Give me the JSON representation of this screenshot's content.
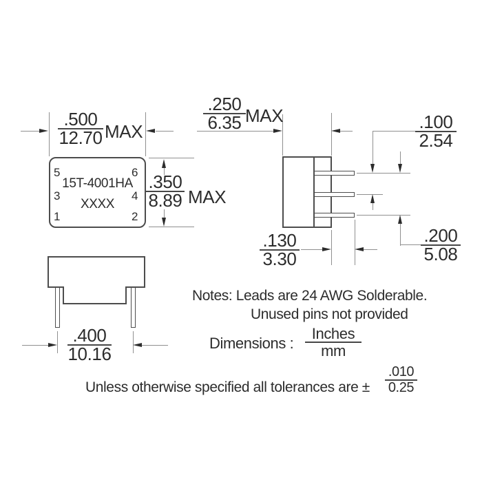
{
  "drawing": {
    "part_number": "15T-4001HA",
    "date_code": "XXXX",
    "pins": {
      "p1": "1",
      "p2": "2",
      "p3": "3",
      "p4": "4",
      "p5": "5",
      "p6": "6"
    },
    "max_label": "MAX"
  },
  "dimensions": {
    "body_width": {
      "inches": ".500",
      "mm": "12.70"
    },
    "body_height": {
      "inches": ".350",
      "mm": "8.89"
    },
    "body_depth": {
      "inches": ".250",
      "mm": "6.35"
    },
    "pin_pitch": {
      "inches": ".100",
      "mm": "2.54"
    },
    "pin_row_span": {
      "inches": ".200",
      "mm": "5.08"
    },
    "lead_length": {
      "inches": ".130",
      "mm": "3.30"
    },
    "lead_spacing": {
      "inches": ".400",
      "mm": "10.16"
    }
  },
  "notes": {
    "line1": "Notes: Leads are 24 AWG Solderable.",
    "line2": "Unused pins not provided",
    "dimensions_label": "Dimensions :",
    "units": {
      "numerator": "Inches",
      "denominator": "mm"
    },
    "tolerance_text": "Unless otherwise specified all tolerances are ±",
    "tolerance": {
      "inches": ".010",
      "mm": "0.25"
    }
  },
  "colors": {
    "outline": "#4c4c4c",
    "dim_line": "#8f8f8f",
    "text": "#2c2c2c"
  }
}
